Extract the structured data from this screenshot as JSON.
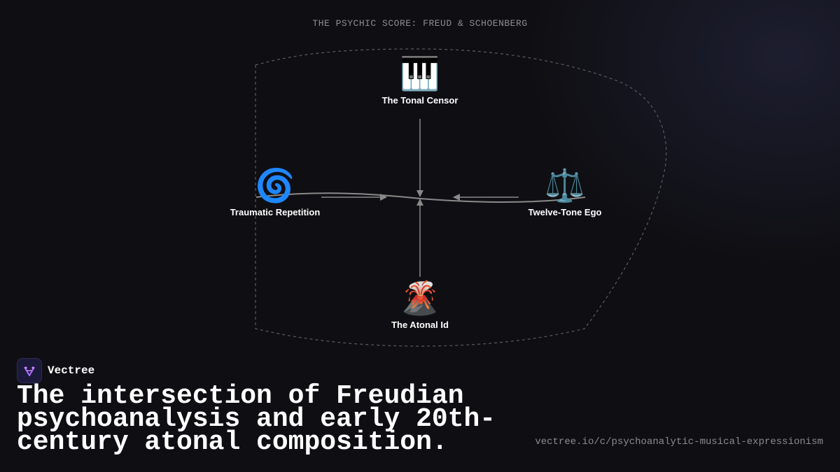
{
  "diagram": {
    "title": "THE PSYCHIC SCORE: FREUD & SCHOENBERG",
    "nodes": {
      "top": {
        "icon": "piano-keys-icon",
        "emoji": "🎹",
        "label": "The Tonal Censor"
      },
      "left": {
        "icon": "spiral-icon",
        "emoji": "🌀",
        "label": "Traumatic Repetition"
      },
      "right": {
        "icon": "scales-icon",
        "emoji": "⚖️",
        "label": "Twelve-Tone Ego"
      },
      "bottom": {
        "icon": "volcano-icon",
        "emoji": "🌋",
        "label": "The Atonal Id"
      }
    }
  },
  "brand": {
    "name": "Vectree",
    "logo_icon": "vectree-logo-icon",
    "accent": "#a86cff"
  },
  "headline": "The intersection of Freudian psychoanalysis and early 20th-century atonal composition.",
  "source_url": "vectree.io/c/psychoanalytic-musical-expressionism",
  "colors": {
    "background": "#0f0f13",
    "line": "#8a8a8a",
    "boundary": "#5a5a60",
    "text": "#ffffff",
    "muted": "#8c8c92"
  }
}
